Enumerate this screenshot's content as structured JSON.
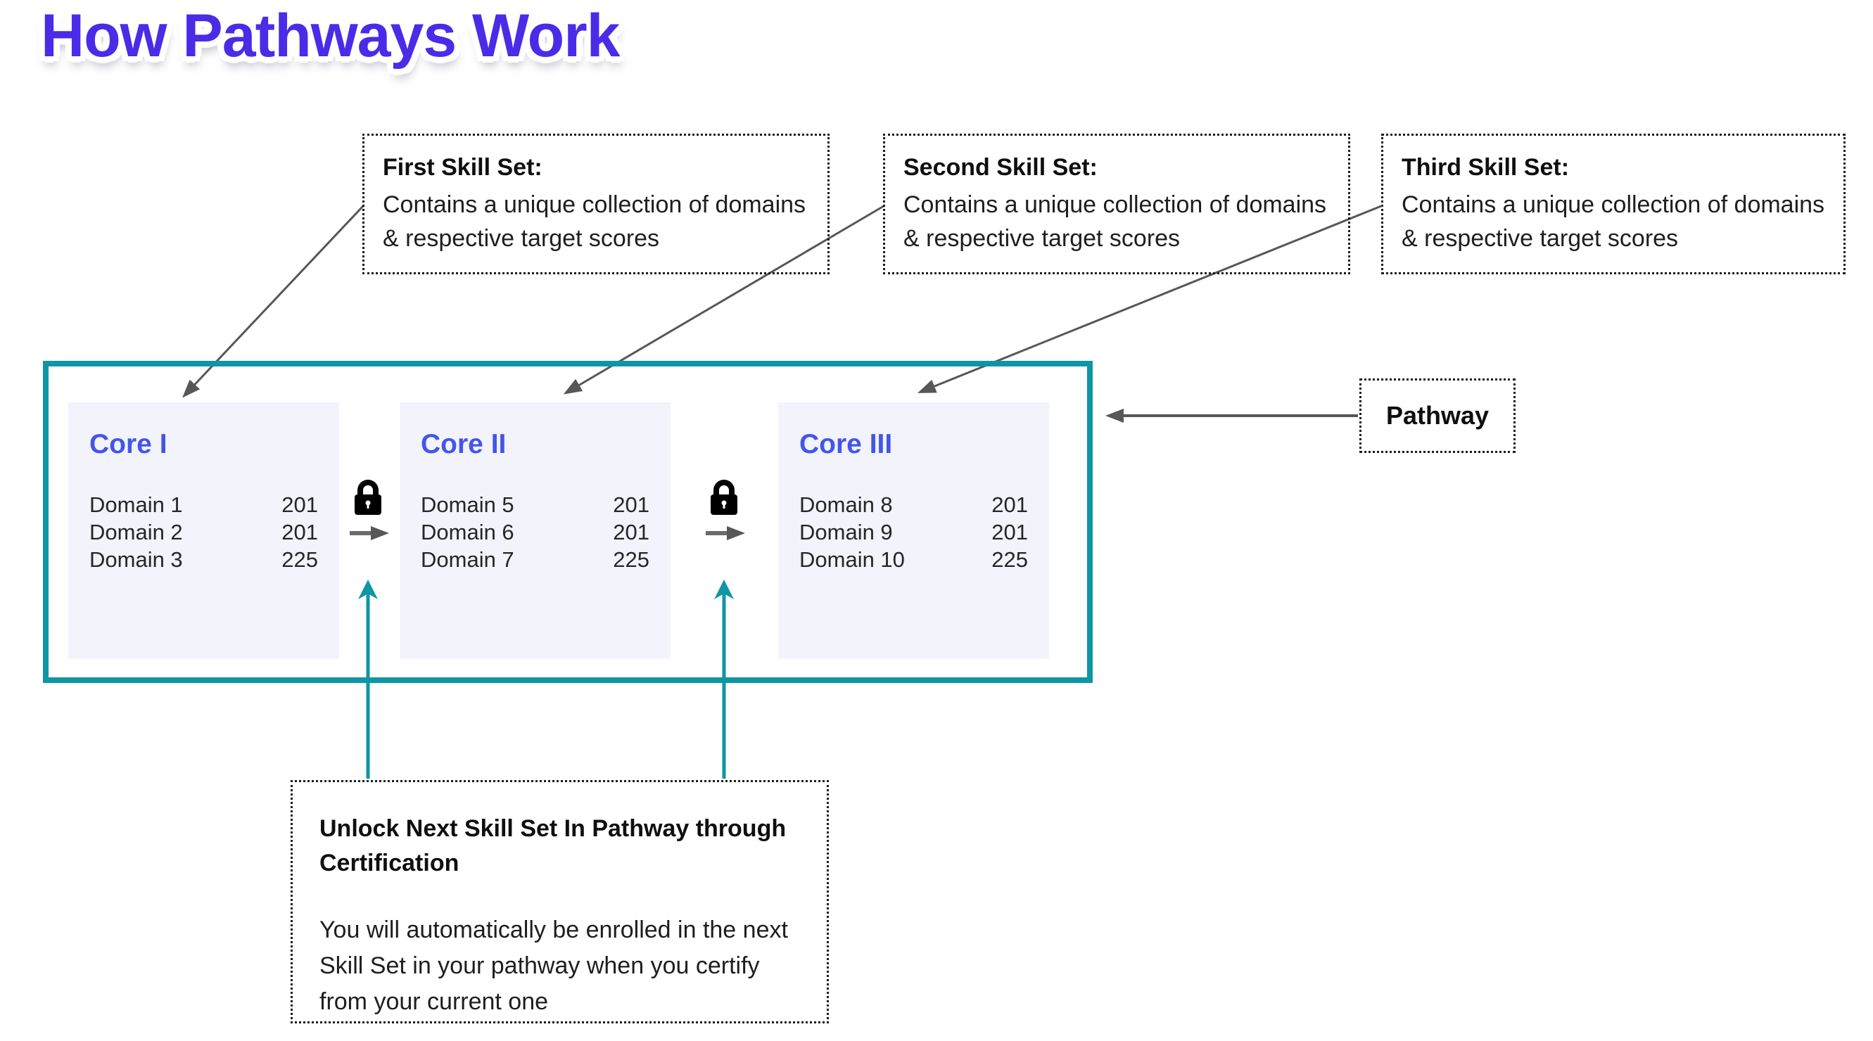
{
  "title": "How Pathways Work",
  "callouts": [
    {
      "heading": "First Skill Set:",
      "body": "Contains a unique collection of domains & respective target scores"
    },
    {
      "heading": "Second Skill Set:",
      "body": "Contains a unique collection of domains & respective target scores"
    },
    {
      "heading": "Third Skill Set:",
      "body": "Contains a unique collection of domains & respective target scores"
    }
  ],
  "pathway": {
    "label": "Pathway"
  },
  "skill_sets": [
    {
      "title": "Core I",
      "domains": [
        {
          "name": "Domain 1",
          "score": "201"
        },
        {
          "name": "Domain 2",
          "score": "201"
        },
        {
          "name": "Domain 3",
          "score": "225"
        }
      ]
    },
    {
      "title": "Core II",
      "domains": [
        {
          "name": "Domain 5",
          "score": "201"
        },
        {
          "name": "Domain 6",
          "score": "201"
        },
        {
          "name": "Domain 7",
          "score": "225"
        }
      ]
    },
    {
      "title": "Core III",
      "domains": [
        {
          "name": "Domain 8",
          "score": "201"
        },
        {
          "name": "Domain 9",
          "score": "201"
        },
        {
          "name": "Domain 10",
          "score": "225"
        }
      ]
    }
  ],
  "unlock_note": {
    "heading": "Unlock Next Skill Set In Pathway through Certification",
    "body": "You will automatically be enrolled in the next Skill Set in your pathway when you certify from your current one"
  },
  "colors": {
    "title_blue": "#4b2be8",
    "core_blue": "#4355e9",
    "pathway_teal": "#0e96a4",
    "card_background": "#f2f3fb",
    "arrow_gray": "#575757"
  }
}
